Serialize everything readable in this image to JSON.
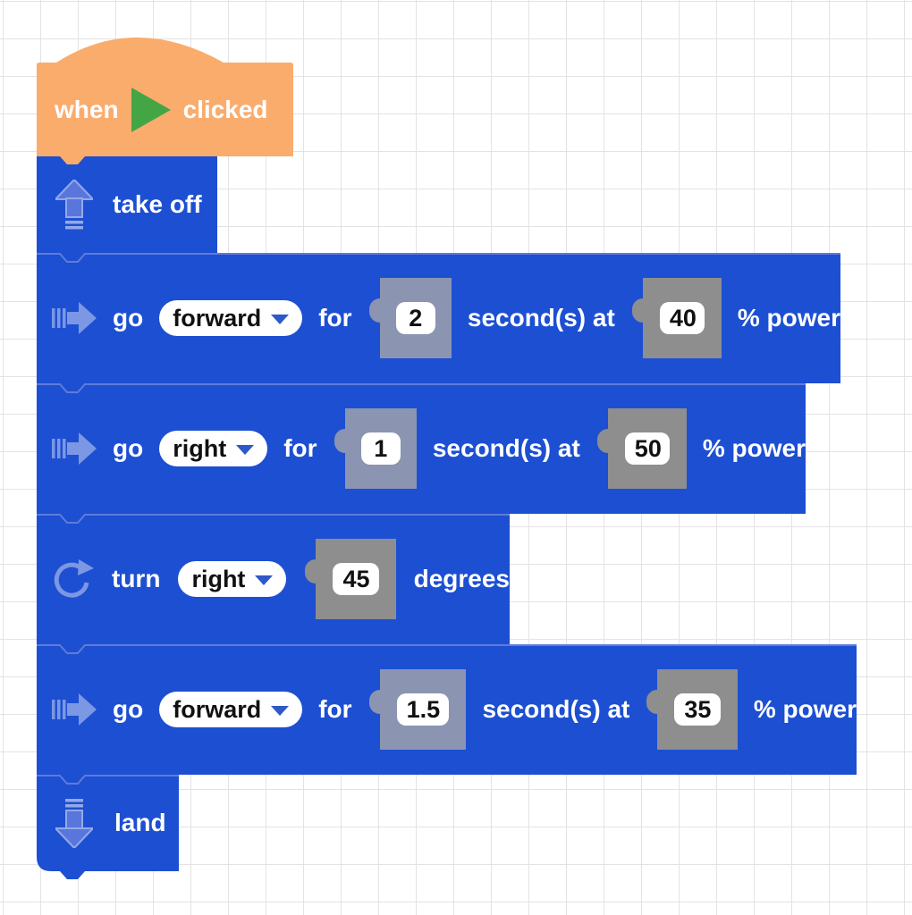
{
  "workspace": {
    "name": "drone-blocks-program",
    "background": "grid"
  },
  "colors": {
    "block_blue": "#1d4fd2",
    "hat_orange": "#faac6d",
    "flag_green": "#43a543",
    "icon_light_blue": "#7c97e3",
    "seam_blue": "#5f7cd9",
    "seconds_input_slate": "#8b94b1",
    "power_input_gray": "#8e8e8e",
    "dropdown_chevron_blue": "#2e59c8"
  },
  "blocks": [
    {
      "id": "when-clicked",
      "type": "event-hat",
      "text_before": "when",
      "icon": "green-flag-icon",
      "text_after": "clicked"
    },
    {
      "id": "take-off",
      "type": "command",
      "icon": "takeoff-arrow-icon",
      "label": "take off"
    },
    {
      "id": "go-1",
      "type": "go",
      "icon": "go-arrow-icon",
      "verb": "go",
      "direction": "forward",
      "for_label": "for",
      "duration": "2",
      "unit_label": "second(s) at",
      "power": "40",
      "power_label": "% power"
    },
    {
      "id": "go-2",
      "type": "go",
      "icon": "go-arrow-icon",
      "verb": "go",
      "direction": "right",
      "for_label": "for",
      "duration": "1",
      "unit_label": "second(s) at",
      "power": "50",
      "power_label": "% power"
    },
    {
      "id": "turn",
      "type": "turn",
      "icon": "turn-clockwise-icon",
      "verb": "turn",
      "direction": "right",
      "degrees": "45",
      "degrees_label": "degrees"
    },
    {
      "id": "go-3",
      "type": "go",
      "icon": "go-arrow-icon",
      "verb": "go",
      "direction": "forward",
      "for_label": "for",
      "duration": "1.5",
      "unit_label": "second(s) at",
      "power": "35",
      "power_label": "% power"
    },
    {
      "id": "land",
      "type": "command",
      "icon": "land-arrow-icon",
      "label": "land"
    }
  ]
}
